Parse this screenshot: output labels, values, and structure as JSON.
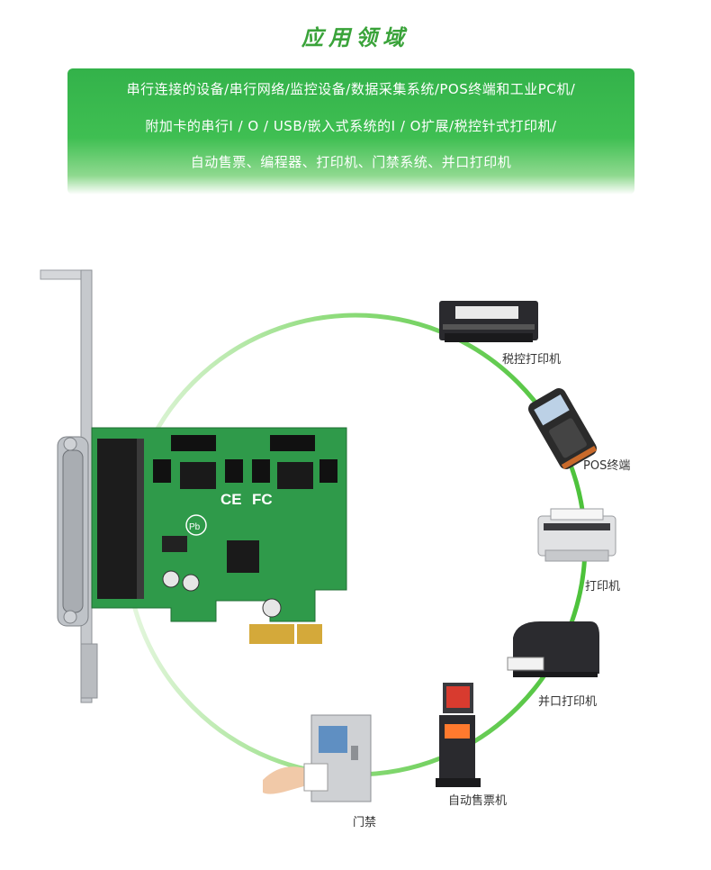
{
  "title": "应用领域",
  "banner": {
    "lines": [
      "串行连接的设备/串行网络/监控设备/数据采集系统/POS终端和工业PC机/",
      "附加卡的串行I / O / USB/嵌入式系统的I / O扩展/税控针式打印机/",
      "自动售票、编程器、打印机、门禁系统、并口打印机"
    ]
  },
  "card_markings": {
    "ce": "CE",
    "fc": "FC",
    "pb": "Pb"
  },
  "devices": [
    {
      "label": "税控打印机",
      "icon": "dot-matrix-printer-icon"
    },
    {
      "label": "POS终端",
      "icon": "pos-terminal-icon"
    },
    {
      "label": "打印机",
      "icon": "laser-printer-icon"
    },
    {
      "label": "并口打印机",
      "icon": "label-printer-icon"
    },
    {
      "label": "自动售票机",
      "icon": "ticket-kiosk-icon"
    },
    {
      "label": "门禁",
      "icon": "access-control-icon"
    }
  ],
  "colors": {
    "accent": "#3aa33a",
    "ring": "#5cc84a",
    "pcb": "#2f9a4a"
  }
}
